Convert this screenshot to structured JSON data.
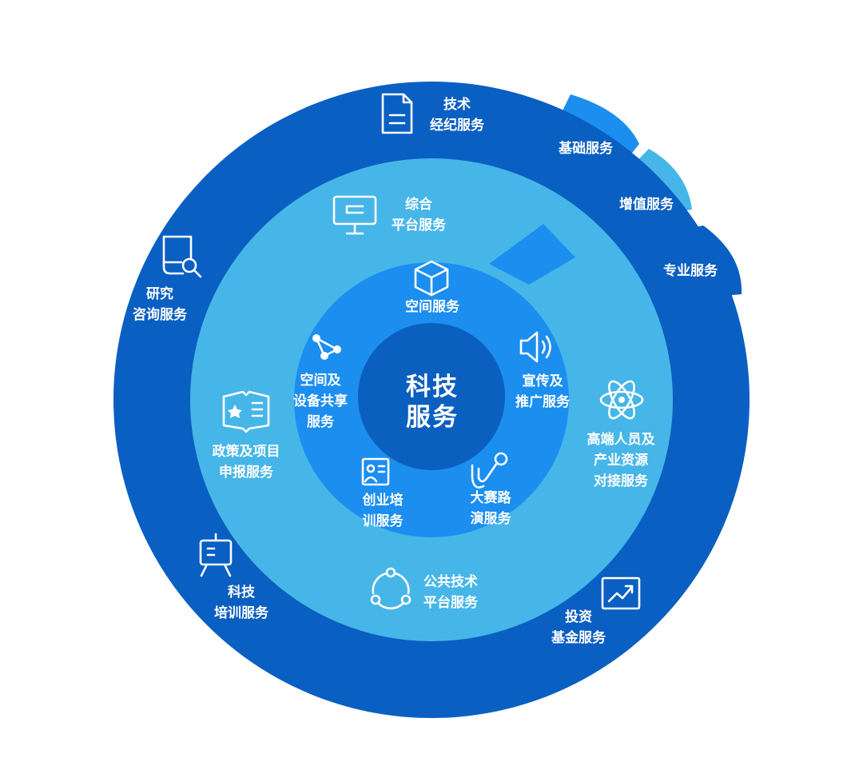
{
  "colors": {
    "outer_ring": "#0a5fc2",
    "middle_ring": "#46b6e8",
    "inner_ring": "#1b8ef0",
    "core": "#0b5fbf",
    "tab_basic": "#1b8ef0",
    "tab_value_added": "#46b6e8",
    "tab_professional": "#0a5fc2",
    "text": "#ffffff"
  },
  "center": {
    "line1": "科技",
    "line2": "服务"
  },
  "tabs": {
    "basic": "基础服务",
    "value_added": "增值服务",
    "professional": "专业服务"
  },
  "inner_ring": {
    "space": {
      "icon": "cube-icon",
      "lines": [
        "空间服务"
      ]
    },
    "sharing": {
      "icon": "share-nodes-icon",
      "lines": [
        "空间及",
        "设备共享",
        "服务"
      ]
    },
    "promotion": {
      "icon": "speaker-icon",
      "lines": [
        "宣传及",
        "推广服务"
      ]
    },
    "startup_training": {
      "icon": "presenter-icon",
      "lines": [
        "创业培",
        "训服务"
      ]
    },
    "contest": {
      "icon": "microphone-icon",
      "lines": [
        "大赛路",
        "演服务"
      ]
    }
  },
  "middle_ring": {
    "platform": {
      "icon": "monitor-icon",
      "lines": [
        "综合",
        "平台服务"
      ]
    },
    "policy": {
      "icon": "open-book-star-icon",
      "lines": [
        "政策及项目",
        "申报服务"
      ]
    },
    "public_tech": {
      "icon": "cycle-icon",
      "lines": [
        "公共技术",
        "平台服务"
      ]
    },
    "talent": {
      "icon": "atom-icon",
      "lines": [
        "高端人员及",
        "产业资源",
        "对接服务"
      ]
    }
  },
  "outer_ring": {
    "brokerage": {
      "icon": "document-icon",
      "lines": [
        "技术",
        "经纪服务"
      ]
    },
    "research": {
      "icon": "research-search-icon",
      "lines": [
        "研究",
        "咨询服务"
      ]
    },
    "training": {
      "icon": "easel-board-icon",
      "lines": [
        "科技",
        "培训服务"
      ]
    },
    "investment": {
      "icon": "growth-chart-icon",
      "lines": [
        "投资",
        "基金服务"
      ]
    }
  }
}
